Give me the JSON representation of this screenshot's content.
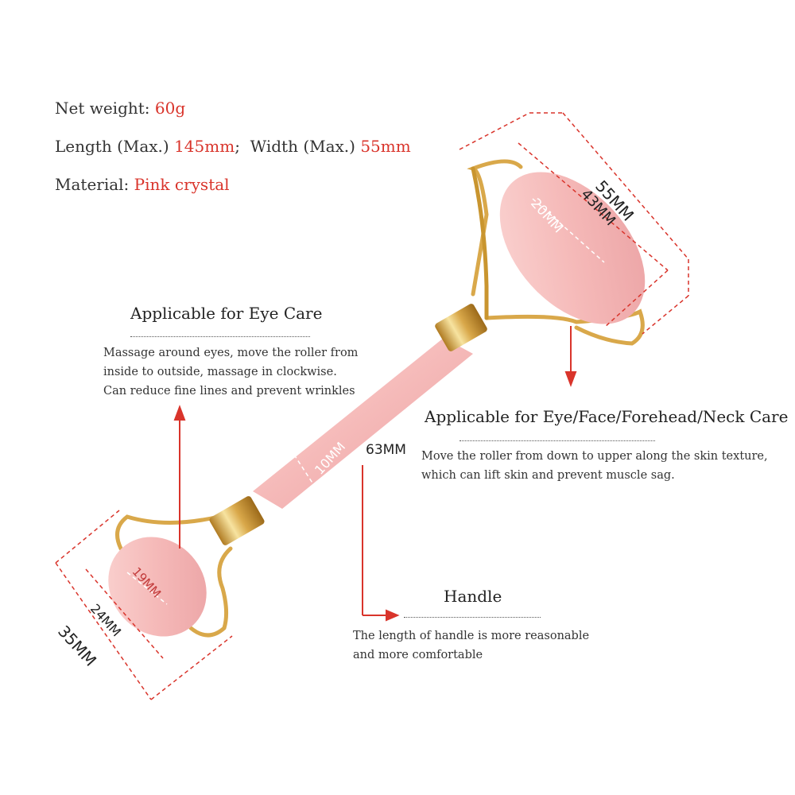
{
  "specs": {
    "weight": {
      "label": "Net weight: ",
      "value": "60g"
    },
    "length": {
      "label": "Length (Max.) ",
      "value": "145mm"
    },
    "separator": ";  ",
    "width": {
      "label": "Width (Max.) ",
      "value": "55mm"
    },
    "material": {
      "label": "Material: ",
      "value": "Pink crystal"
    }
  },
  "sections": {
    "eye_care": {
      "title": "Applicable for Eye Care",
      "lines": [
        "Massage around eyes, move the roller from",
        "inside to outside, massage in clockwise.",
        "Can reduce fine lines and prevent wrinkles"
      ]
    },
    "face_care": {
      "title": "Applicable for Eye/Face/Forehead/Neck Care",
      "lines": [
        "Move the roller from down to upper along the skin texture,",
        "which can lift skin and prevent muscle sag."
      ]
    },
    "handle": {
      "title": "Handle",
      "lines": [
        "The length of handle is more reasonable",
        "and more comfortable"
      ]
    }
  },
  "dimensions": {
    "large_outer": "55MM",
    "large_inner": "43MM",
    "large_diameter": "20MM",
    "handle_diameter": "10MM",
    "handle_length": "63MM",
    "small_diameter": "19MM",
    "small_inner": "24MM",
    "small_outer": "35MM"
  },
  "colors": {
    "accent_red": "#d9342b",
    "rose_quartz": "#f6bcbc",
    "gold": "#d9a84a"
  }
}
